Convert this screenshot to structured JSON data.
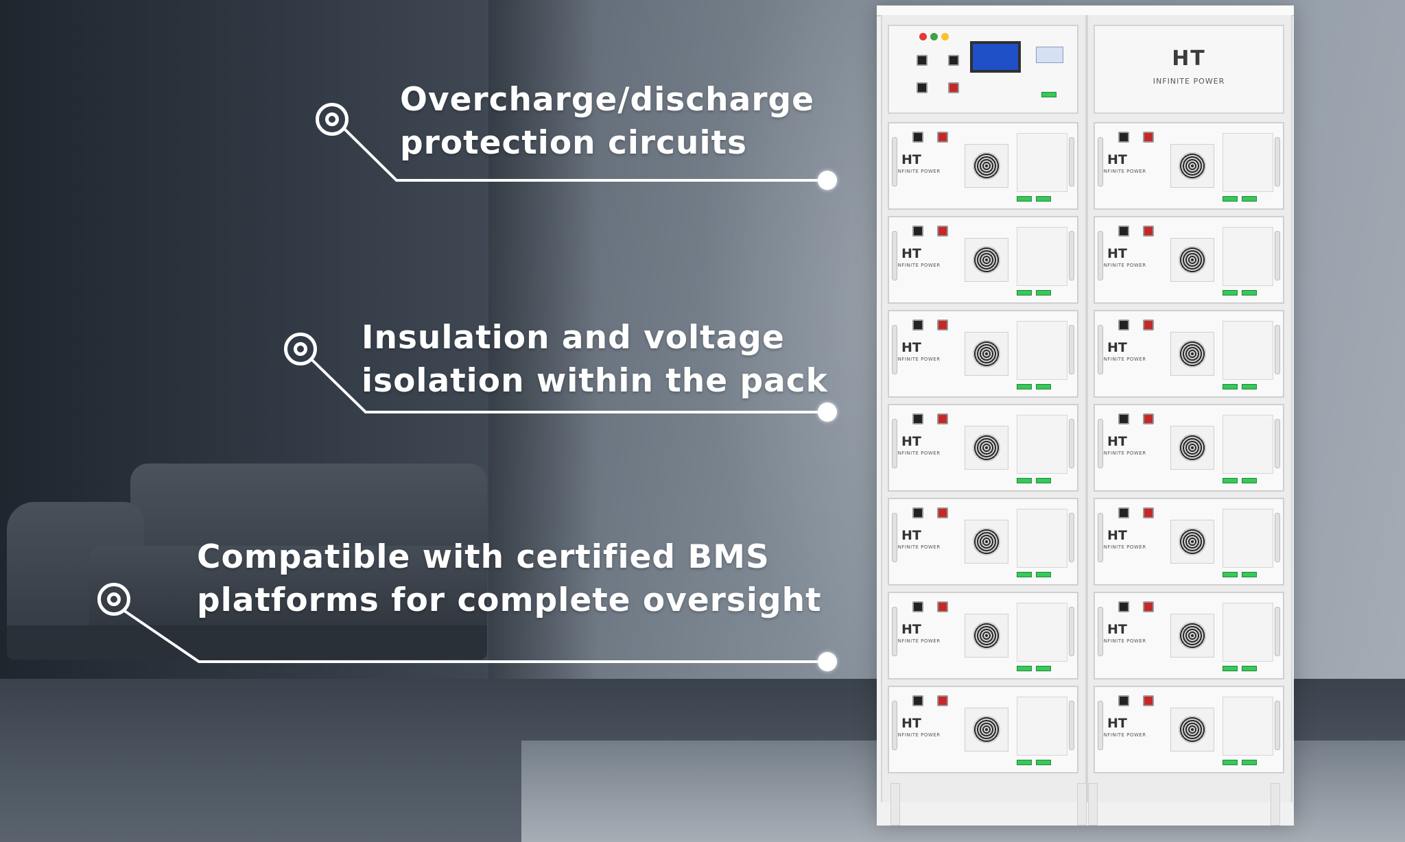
{
  "callouts": [
    {
      "lines": [
        "Overcharge/discharge",
        "protection circuits"
      ]
    },
    {
      "lines": [
        "Insulation and voltage",
        "isolation within the pack"
      ]
    },
    {
      "lines": [
        "Compatible with certified BMS",
        "platforms for complete oversight"
      ]
    }
  ],
  "product": {
    "brand": "HT",
    "tagline": "INFINITE POWER",
    "module_rows": 7
  },
  "colors": {
    "callout_text": "#ffffff",
    "lcd_screen": "#2050c8",
    "indicator_red": "#e53935",
    "indicator_green": "#43a047",
    "indicator_yellow": "#fbc02d",
    "status_green": "#38c85a"
  }
}
